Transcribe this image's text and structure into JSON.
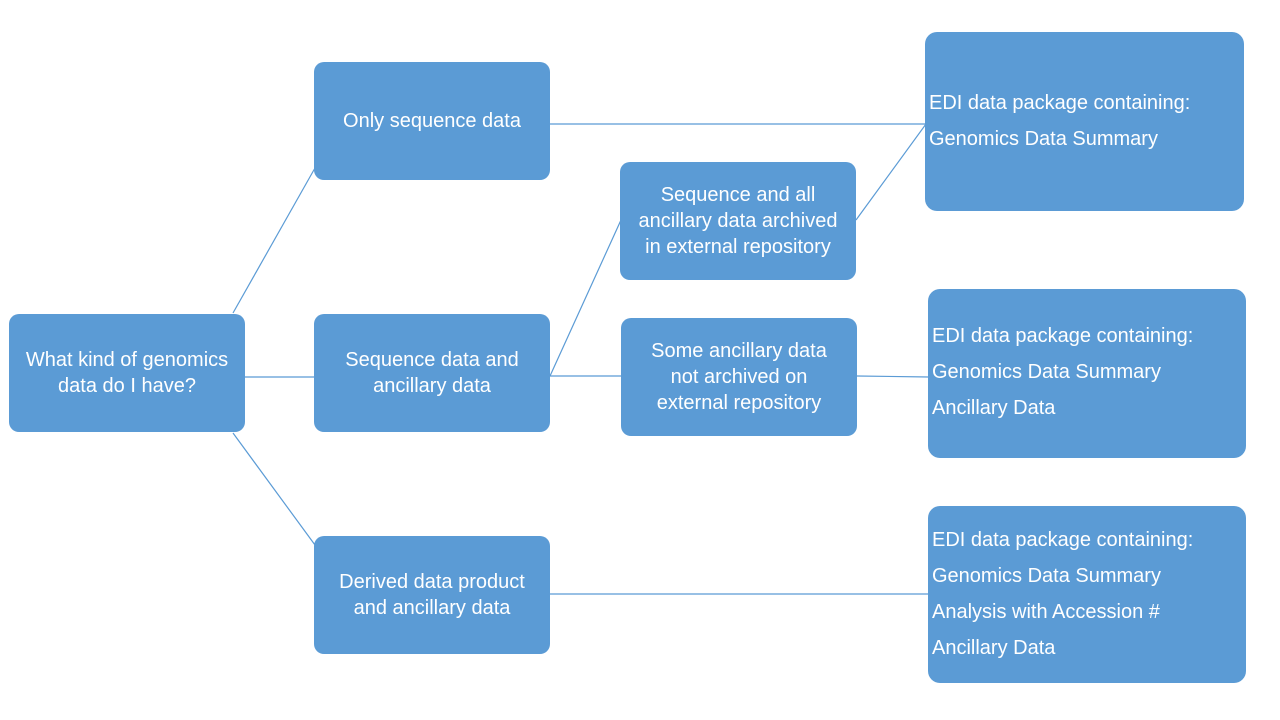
{
  "diagram": {
    "root": {
      "label": "What kind of genomics data do I have?"
    },
    "level1": [
      {
        "label": "Only sequence data"
      },
      {
        "label": "Sequence data and ancillary data"
      },
      {
        "label": "Derived data product and ancillary data"
      }
    ],
    "level2": [
      {
        "label": "Sequence and all ancillary data archived in external repository"
      },
      {
        "label": "Some ancillary data not archived on external repository"
      }
    ],
    "results": [
      {
        "lines": [
          "EDI data package containing:",
          "Genomics Data Summary"
        ]
      },
      {
        "lines": [
          "EDI data package containing:",
          "Genomics Data Summary",
          "Ancillary Data"
        ]
      },
      {
        "lines": [
          "EDI data package containing:",
          "Genomics Data Summary",
          "Analysis with Accession #",
          "Ancillary Data"
        ]
      }
    ]
  },
  "colors": {
    "box_fill": "#5b9bd5",
    "connector": "#5b9bd5",
    "text": "#ffffff"
  }
}
